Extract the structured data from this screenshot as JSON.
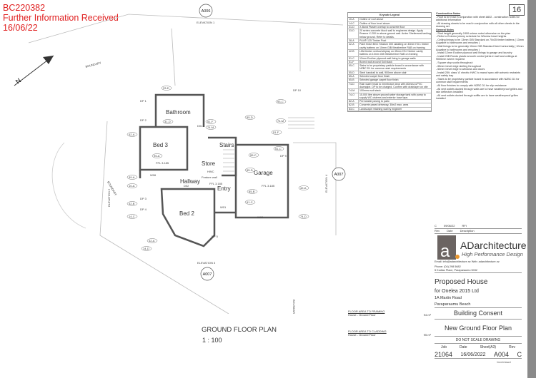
{
  "stamp": {
    "line1": "BC220382",
    "line2": "Further Information Received",
    "line3": "16/06/22"
  },
  "sheet_number": "16",
  "plan": {
    "title": "GROUND FLOOR PLAN",
    "scale": "1 : 100",
    "rooms": {
      "bathroom": "Bathroom",
      "bed3": "Bed 3",
      "stairs": "Stairs",
      "store": "Store",
      "hwc": "HWC",
      "hallway": "Hallway",
      "entry": "Entry",
      "garage": "Garage",
      "bed2": "Bed 2",
      "feature_wall": "Feature wall"
    },
    "ffl": "FFL 3.185",
    "elevations": {
      "e1": "ELEVATION 1",
      "e2": "ELEVATION 2",
      "e3": "ELEVATION 3",
      "e4": "ELEVATION 4",
      "ref_top": "A006",
      "ref_right": "A007",
      "ref_bottom": "A007"
    },
    "boundary": "BOUNDARY",
    "tags": [
      "33-D",
      "31-D",
      "51-F",
      "74-M",
      "55-D",
      "93-C",
      "74-M",
      "51-F",
      "55-D",
      "55-C",
      "51-C",
      "95-A",
      "42-A",
      "39-A",
      "10-A",
      "42-B",
      "14-C",
      "65-B",
      "51-C",
      "42-A",
      "74-D",
      "42-A",
      "14-D",
      "DP 1",
      "DP 2",
      "DP 3",
      "DP 4",
      "DP 5",
      "DP 9",
      "DP 10",
      "W01",
      "W02",
      "W06",
      "D02",
      "D01"
    ]
  },
  "keynote": {
    "title": "Keynote Legend",
    "items": [
      {
        "code": "10-A",
        "text": "Outline of roof above"
      },
      {
        "code": "14-C",
        "text": "Outline of floor level above"
      },
      {
        "code": "31-D",
        "text": "X-Bond Plaster overlay to concrete floor"
      },
      {
        "code": "33-D",
        "text": "20 series concrete block wall to engineers design. Apply Resene X-200 to above ground wall. Ardex Shelterseal tanking below ground. Refer to details."
      },
      {
        "code": "38-A",
        "text": "PLM® 125 Timber Post"
      },
      {
        "code": "42-A",
        "text": "Paint finish BGC Stratum 300 cladding on 40mm H3.1 timber cavity battens on 10mm GIB Weatherline RAB on framing"
      },
      {
        "code": "42-B",
        "text": "LMA timber vertical shiplap on 45mm H3.2 timber cavity battens on 10mm GIB Weatherline RAB on framing"
      },
      {
        "code": "51-C",
        "text": "12mm Ecoline plywood wall lining to garage walls"
      },
      {
        "code": "51-F",
        "text": "Boxed wall around Soil stack"
      },
      {
        "code": "55-C",
        "text": "Stairs to be proprietary particle board in accordance with NZBC D1 for common stair requirements"
      },
      {
        "code": "55-D",
        "text": "Steel handrail to wall, 900mm above stair"
      },
      {
        "code": "65-A",
        "text": "Selected carpet floor finish"
      },
      {
        "code": "65-B",
        "text": "Selected garage carpet floor finish"
      },
      {
        "code": "74-D",
        "text": "Rain water head to membrane deck with 80mma uPVC downpipe. DP to be charged. Confirm with drainlayer on site"
      },
      {
        "code": "74-M",
        "text": "100mma soil stack"
      },
      {
        "code": "74-O",
        "text": "15,000 litre above ground water storage tank with pump to supply WC cisterns and exterior hose taps"
      },
      {
        "code": "82-A",
        "text": "Permeable paving to patio"
      },
      {
        "code": "82-B",
        "text": "Concrete paved driveway, 30m2 max. area"
      },
      {
        "code": "83-C",
        "text": "Landscape retaining wall by engineer"
      }
    ]
  },
  "construction_notes": {
    "title": "Construction Notes",
    "intro": [
      "- Roof to be read in conjunction with sheet A602 - construction notes for additional information",
      "- All drawing sheets to be read in conjunction with all other sheets in the drawing set"
    ],
    "general_title": "General Notes",
    "general": [
      "- Stud height generally 2400 unless noted otherwise on the plan",
      "- Refer to Exterior joinery schedule for Window head heights",
      "- Ceiling linings to be 13mm GIB Standard on 70x35 timber battens ( 13mm Aqualine to bathrooms and ensuites )",
      "- Wall linings to be generally 10mm GIB Standard fixed horizontally ( 10mm Aqualine to bathrooms and ensuites )",
      "- Install 12mm Ecoline plywood wall linings to garage and laundry",
      "- Install GIB Rondo plastic smooth control joints in wall and ceilings at 9000mm where required",
      "- Square stop scotia throughout",
      "- 65mm bevel edge skirting throughout",
      "- 60mm bevel edge to windows and doors",
      "- Install 25lt. class 'A' electric HWC to manuf spec with seismic restraints and safety tray",
      "- Stairs to be proprietary particle board in accordance with NZBC D1 for common stair requirements",
      "- All floor finishes to comply with NZBC D1 for slip resistance",
      "- All vent outlets ducted through walls are to have weatherproof grilles and rain deflectors installed",
      "- All vent outlets ducted through soffits are to have weatherproof grilles installed"
    ]
  },
  "revision": {
    "rev": "C",
    "date": "09/06/22",
    "description": "RFI",
    "h_rev": "Rev",
    "h_date": "Date",
    "h_description": "Description"
  },
  "company": {
    "logo_letters": "a",
    "name": "ADarchitecture",
    "tagline": "High Performance Design",
    "email": "Email: info@adarchitecture.nz  Web: adarchitecture.nz",
    "phone": "Phone: (04) 298 5682",
    "address": "5 Kodiac Place, Paraparaumu 5032",
    "accent": "#e8962e"
  },
  "title_block": {
    "project": "Proposed House",
    "client": "for Onelea 2015 Ltd",
    "address1": "1A Martin Road",
    "address2": "Paraparaumu Beach",
    "stage": "Building Consent",
    "drawing": "New Ground Floor Plan",
    "warning": "DO NOT SCALE DRAWING",
    "h_job": "Job",
    "h_date": "Date",
    "h_sheet": "Sheet(A3)",
    "h_rev": "Rev",
    "job": "21064",
    "date": "16/06/2022",
    "sheet": "A004",
    "rev": "C",
    "copyright": "©COPYRIGHT"
  },
  "floor_area": {
    "framing_title": "FLOOR AREA TO FRAMING",
    "framing_label": "House - Ground Floor",
    "framing_value": "94 m²",
    "cladding_title": "FLOOR AREA TO CLADDING",
    "cladding_label": "House - Ground Floor",
    "cladding_value": "95 m²"
  }
}
